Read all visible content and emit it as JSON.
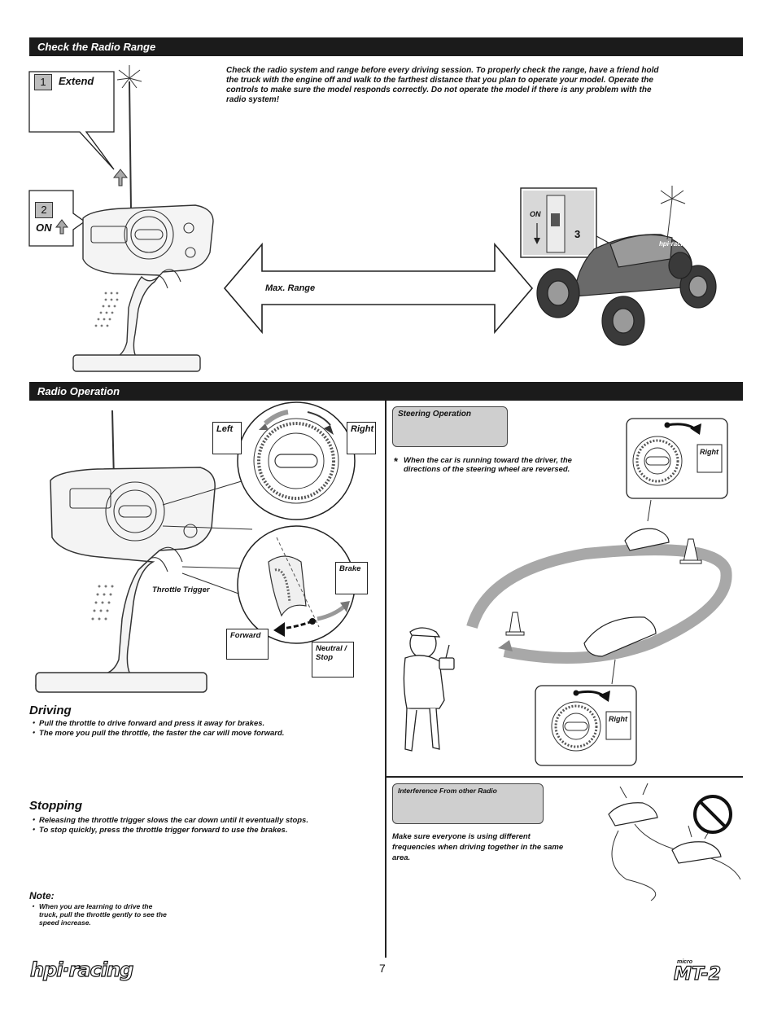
{
  "section_radio_range": {
    "title": "Check the Radio Range",
    "intro": "Check the radio system and range before every driving session. To properly check the range, have a friend hold the truck with the engine off and walk to the farthest distance that you plan to operate your model. Operate the controls to make sure the model responds correctly. Do not operate the model if there is any problem with the radio system!",
    "step1_number": "1",
    "step1_label": "Extend",
    "step2_number": "2",
    "step2_label": "ON",
    "step3_number": "3",
    "switch_label": "ON",
    "range_label": "Max. Range"
  },
  "section_radio_operation": {
    "title": "Radio Operation",
    "left_label": "Left",
    "right_label": "Right",
    "brake_label": "Brake",
    "forward_label": "Forward",
    "neutral_label": "Neutral / Stop",
    "trigger_label": "Throttle Trigger"
  },
  "steering": {
    "title": "Steering  Operation",
    "note": "When the car is running toward the driver, the directions of the steering wheel are reversed.",
    "right_top": "Right",
    "right_bottom": "Right"
  },
  "driving": {
    "heading": "Driving",
    "items": [
      "Pull the throttle to drive forward and press it away for brakes.",
      "The more you pull the throttle, the faster the car will move forward."
    ]
  },
  "stopping": {
    "heading": "Stopping",
    "items": [
      "Releasing the throttle trigger slows the car down until it eventually stops.",
      "To stop quickly, press the throttle trigger forward to use the brakes."
    ]
  },
  "note": {
    "heading": "Note:",
    "text": "When you are learning to drive the  truck, pull the throttle gently to see the speed increase."
  },
  "interference": {
    "title": "Interference From other Radio",
    "text": "Make sure everyone is using different frequencies when driving together in the same area."
  },
  "footer": {
    "page_number": "7",
    "brand_logo": "hpi·racing",
    "product_logo": "MT-2",
    "product_prefix": "micro"
  }
}
